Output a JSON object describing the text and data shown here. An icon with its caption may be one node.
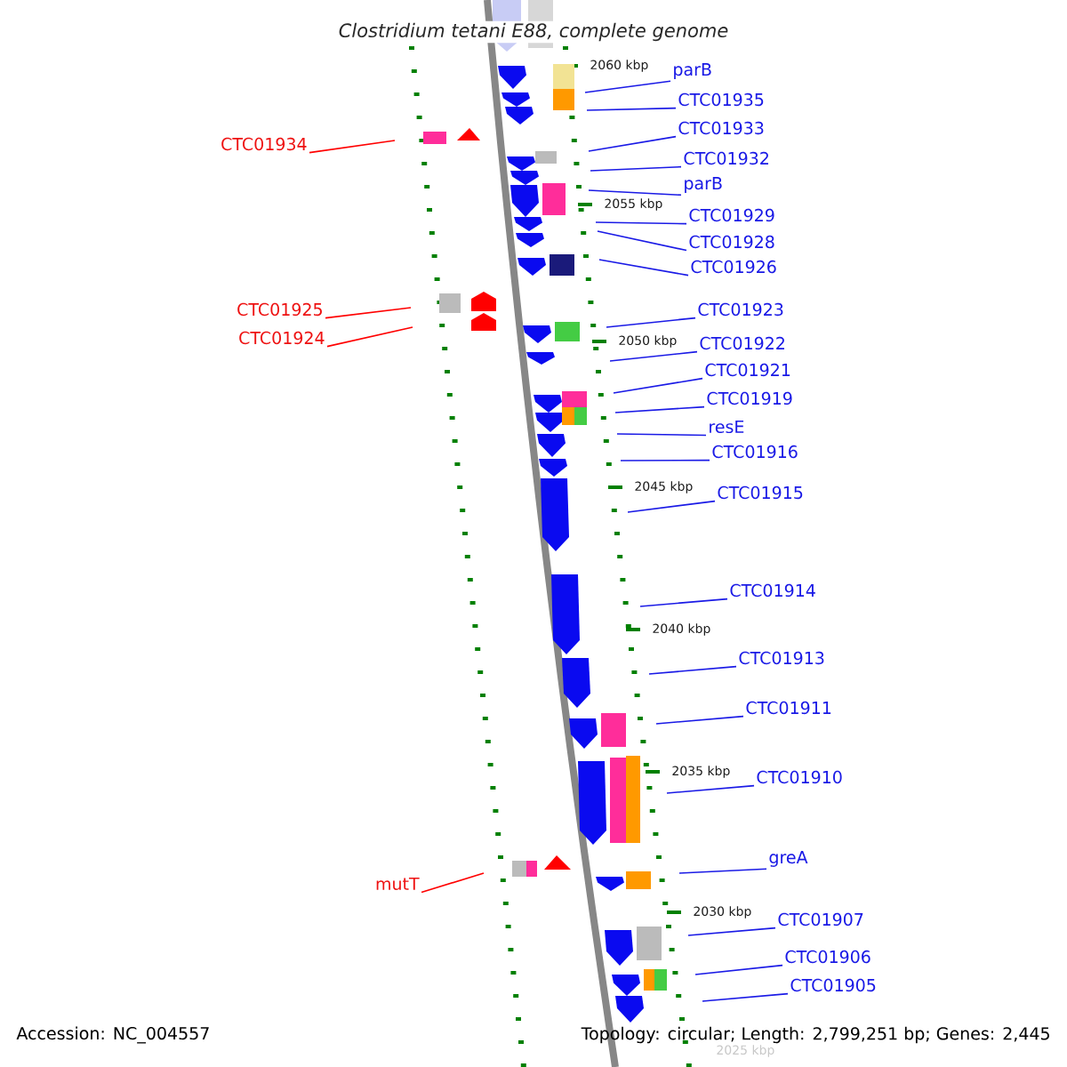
{
  "diagram": {
    "title": "*Clostridium tetani* E88, complete genome",
    "nodes": [
      {
        "text": [
          "parB"
        ]
      },
      {
        "text": [
          "CTC01935"
        ]
      },
      {
        "text": [
          "CTC01933"
        ]
      },
      {
        "text": [
          "CTC01934"
        ]
      },
      {
        "text": [
          "CTC01932"
        ]
      },
      {
        "text": [
          "parB"
        ]
      },
      {
        "text": [
          "CTC01929"
        ]
      },
      {
        "text": [
          "CTC01928"
        ]
      },
      {
        "text": [
          "CTC01926"
        ]
      },
      {
        "text": [
          "CTC01925"
        ]
      },
      {
        "text": [
          "CTC01923"
        ]
      },
      {
        "text": [
          "CTC01924"
        ]
      },
      {
        "text": [
          "CTC01922"
        ]
      },
      {
        "text": [
          "CTC01921"
        ]
      },
      {
        "text": [
          "CTC01919"
        ]
      },
      {
        "text": [
          "resE"
        ]
      },
      {
        "text": [
          "CTC01916"
        ]
      },
      {
        "text": [
          "CTC01915"
        ]
      },
      {
        "text": [
          "CTC01914"
        ]
      },
      {
        "text": [
          "CTC01913"
        ]
      },
      {
        "text": [
          "CTC01911"
        ]
      },
      {
        "text": [
          "CTC01910"
        ]
      },
      {
        "text": [
          "greA"
        ]
      },
      {
        "text": [
          "mutT"
        ]
      },
      {
        "text": [
          "CTC01907"
        ]
      },
      {
        "text": [
          "CTC01906"
        ]
      },
      {
        "text": [
          "CTC01905"
        ]
      }
    ],
    "edges": [
      {
        "from": 0,
        "to": null,
        "arrow": "none"
      },
      {
        "from": 1,
        "to": null,
        "arrow": "none"
      },
      {
        "from": 2,
        "to": null,
        "arrow": "none"
      },
      {
        "from": 3,
        "to": null,
        "arrow": "none",
        "color": "#ff0000"
      },
      {
        "from": 4,
        "to": null,
        "arrow": "none"
      },
      {
        "from": 5,
        "to": null,
        "arrow": "none"
      },
      {
        "from": 6,
        "to": null,
        "arrow": "none"
      },
      {
        "from": 7,
        "to": null,
        "arrow": "none"
      },
      {
        "from": 8,
        "to": null,
        "arrow": "none"
      },
      {
        "from": 9,
        "to": null,
        "arrow": "none",
        "color": "#ff0000"
      },
      {
        "from": 10,
        "to": null,
        "arrow": "none"
      },
      {
        "from": 11,
        "to": null,
        "arrow": "none",
        "color": "#ff0000"
      },
      {
        "from": 12,
        "to": null,
        "arrow": "none"
      },
      {
        "from": 13,
        "to": null,
        "arrow": "none"
      },
      {
        "from": 14,
        "to": null,
        "arrow": "none"
      },
      {
        "from": 15,
        "to": null,
        "arrow": "none"
      },
      {
        "from": 16,
        "to": null,
        "arrow": "none"
      },
      {
        "from": 17,
        "to": null,
        "arrow": "none"
      },
      {
        "from": 18,
        "to": null,
        "arrow": "none"
      },
      {
        "from": 19,
        "to": null,
        "arrow": "none"
      },
      {
        "from": 20,
        "to": null,
        "arrow": "none"
      },
      {
        "from": 21,
        "to": null,
        "arrow": "none"
      },
      {
        "from": 22,
        "to": null,
        "arrow": "none"
      },
      {
        "from": 23,
        "to": null,
        "arrow": "none",
        "color": "#ff0000"
      },
      {
        "from": 24,
        "to": null,
        "arrow": "none"
      },
      {
        "from": 25,
        "to": null,
        "arrow": "none"
      },
      {
        "from": 26,
        "to": null,
        "arrow": "none"
      }
    ],
    "labels": [
      "2060 kbp",
      "2055 kbp",
      "2050 kbp",
      "2045 kbp",
      "2040 kbp",
      "2035 kbp",
      "2030 kbp",
      "Accession: NC_004557",
      "Topology: circular; Length: 2,799,251 bp; Genes: 2,445",
      "2025 kbp"
    ]
  }
}
